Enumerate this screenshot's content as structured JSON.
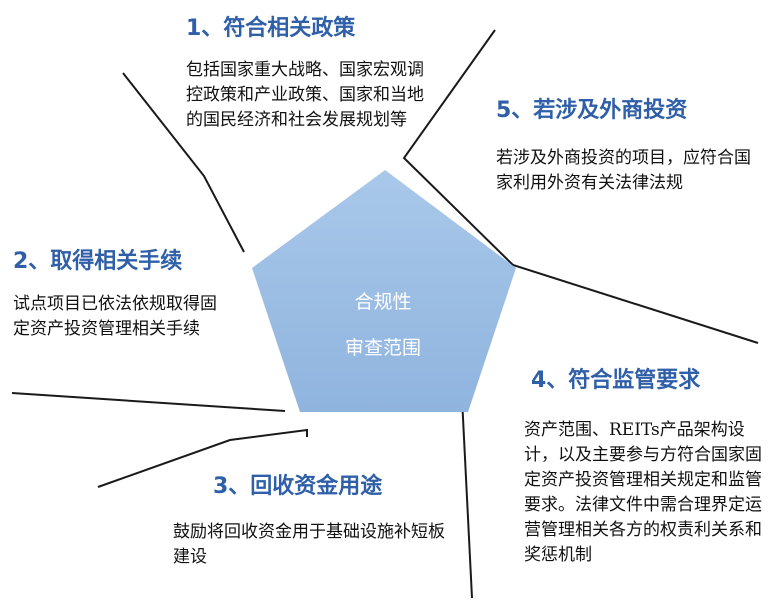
{
  "center": {
    "line1": "合规性",
    "line2": "审查范围"
  },
  "sections": [
    {
      "title": "1、符合相关政策",
      "body": "包括国家重大战略、国家宏观调控政策和产业政策、国家和当地的国民经济和社会发展规划等"
    },
    {
      "title": "2、取得相关手续",
      "body": "试点项目已依法依规取得固定资产投资管理相关手续"
    },
    {
      "title": "3、回收资金用途",
      "body": "鼓励将回收资金用于基础设施补短板建设"
    },
    {
      "title": "4、符合监管要求",
      "body": "资产范围、REITs产品架构设计，以及主要参与方符合国家固定资产投资管理相关规定和监管要求。法律文件中需合理界定运营管理相关各方的权责利关系和奖惩机制"
    },
    {
      "title": "5、若涉及外商投资",
      "body": "若涉及外商投资的项目，应符合国家利用外资有关法律法规"
    }
  ],
  "colors": {
    "title": "#2e5fa8",
    "pentagon": "#9dbfe3",
    "lines": "#1a1a1a"
  }
}
